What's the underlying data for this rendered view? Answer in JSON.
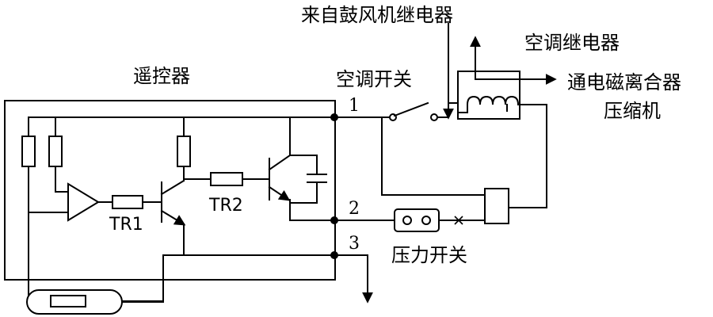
{
  "labels": {
    "remote": "遥控器",
    "blower_relay": "来自鼓风机继电器",
    "ac_relay": "空调继电器",
    "ac_switch": "空调开关",
    "to_clutch": "通电磁离合器",
    "compressor": "压缩机",
    "pressure_switch": "压力开关",
    "tr1": "TR1",
    "tr2": "TR2"
  },
  "terminals": [
    "1",
    "2",
    "3"
  ]
}
